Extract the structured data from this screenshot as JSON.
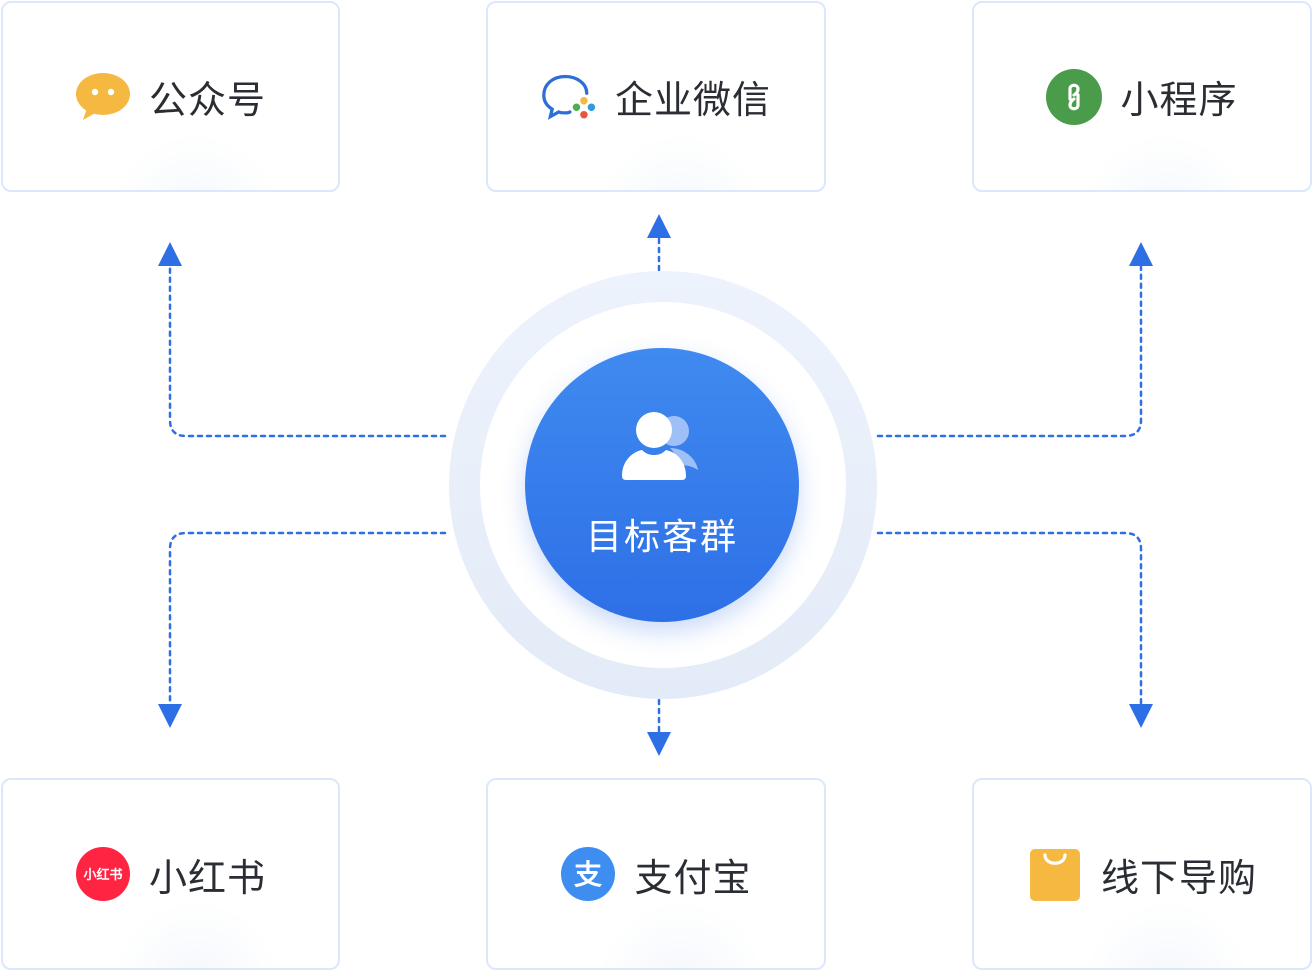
{
  "hub": {
    "label": "目标客群",
    "icon": "user-group-icon"
  },
  "channels": [
    {
      "id": "gongzhonghao",
      "label": "公众号",
      "icon": "chat-bubble-icon",
      "color": "#f5b840"
    },
    {
      "id": "qiye-weixin",
      "label": "企业微信",
      "icon": "wecom-icon",
      "color": "#2d6fd6"
    },
    {
      "id": "xiaochengxu",
      "label": "小程序",
      "icon": "miniprogram-icon",
      "color": "#4a9c4a"
    },
    {
      "id": "xiaohongshu",
      "label": "小红书",
      "icon": "xiaohongshu-icon",
      "icon_text": "小红书",
      "color": "#ff2442"
    },
    {
      "id": "zhifubao",
      "label": "支付宝",
      "icon": "alipay-icon",
      "icon_text": "支",
      "color": "#3d8ef0"
    },
    {
      "id": "xianxia-daogou",
      "label": "线下导购",
      "icon": "shopping-bag-icon",
      "color": "#f5b840"
    }
  ],
  "colors": {
    "accent": "#2e6fe6",
    "card_border": "#dbe8fb",
    "ring": "#e8eff9"
  }
}
